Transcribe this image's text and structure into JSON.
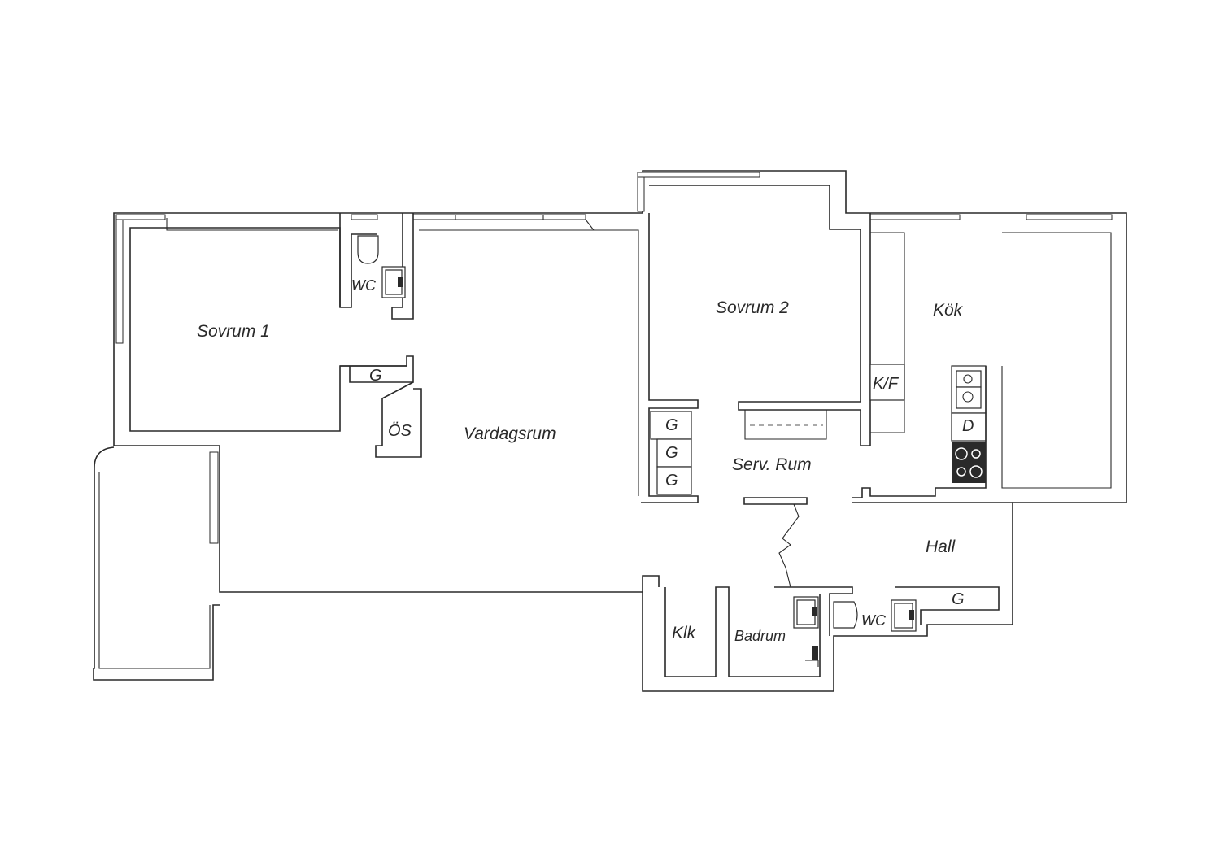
{
  "rooms": {
    "sovrum1": "Sovrum 1",
    "wc_top": "WC",
    "vardagsrum": "Vardagsrum",
    "sovrum2": "Sovrum 2",
    "kok": "Kök",
    "serv_rum": "Serv. Rum",
    "hall": "Hall",
    "klk": "Klk",
    "badrum": "Badrum",
    "wc_bottom": "WC"
  },
  "fixtures": {
    "g_sovrum1": "G",
    "os": "ÖS",
    "g1": "G",
    "g2": "G",
    "g3": "G",
    "kf": "K/F",
    "d": "D",
    "g_hall": "G"
  }
}
